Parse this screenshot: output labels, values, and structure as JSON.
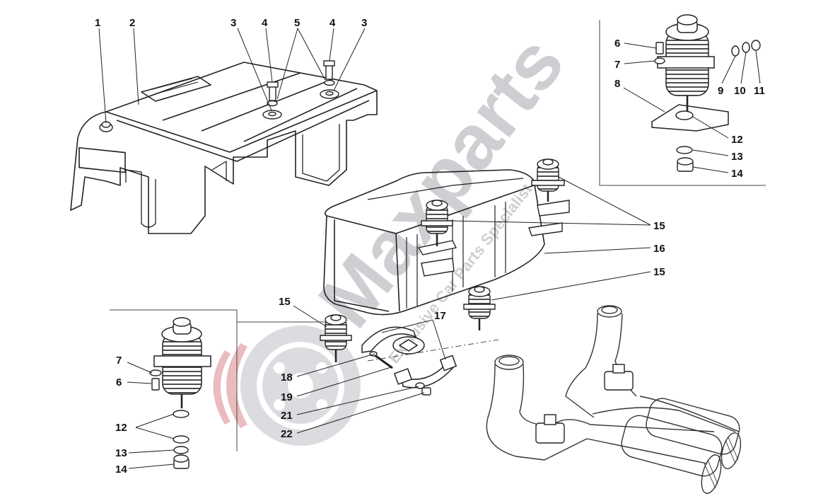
{
  "diagram": {
    "callouts": [
      {
        "id": "c1",
        "label": "1"
      },
      {
        "id": "c2",
        "label": "2"
      },
      {
        "id": "c3a",
        "label": "3"
      },
      {
        "id": "c4a",
        "label": "4"
      },
      {
        "id": "c5",
        "label": "5"
      },
      {
        "id": "c4b",
        "label": "4"
      },
      {
        "id": "c3b",
        "label": "3"
      },
      {
        "id": "c6a",
        "label": "6"
      },
      {
        "id": "c7a",
        "label": "7"
      },
      {
        "id": "c8",
        "label": "8"
      },
      {
        "id": "c9",
        "label": "9"
      },
      {
        "id": "c10",
        "label": "10"
      },
      {
        "id": "c11",
        "label": "11"
      },
      {
        "id": "c12a",
        "label": "12"
      },
      {
        "id": "c13a",
        "label": "13"
      },
      {
        "id": "c14a",
        "label": "14"
      },
      {
        "id": "c15a",
        "label": "15"
      },
      {
        "id": "c16",
        "label": "16"
      },
      {
        "id": "c15b",
        "label": "15"
      },
      {
        "id": "c15c",
        "label": "15"
      },
      {
        "id": "c17",
        "label": "17"
      },
      {
        "id": "c18",
        "label": "18"
      },
      {
        "id": "c19",
        "label": "19"
      },
      {
        "id": "c21",
        "label": "21"
      },
      {
        "id": "c22",
        "label": "22"
      },
      {
        "id": "c7b",
        "label": "7"
      },
      {
        "id": "c6b",
        "label": "6"
      },
      {
        "id": "c12b",
        "label": "12"
      },
      {
        "id": "c13b",
        "label": "13"
      },
      {
        "id": "c14b",
        "label": "14"
      }
    ]
  },
  "watermark": {
    "brand": "Maxparts",
    "tagline": "Exclusive Car Parts Specialist",
    "colors": {
      "grey": "#c8cacd",
      "red": "#e8b4b8"
    }
  }
}
